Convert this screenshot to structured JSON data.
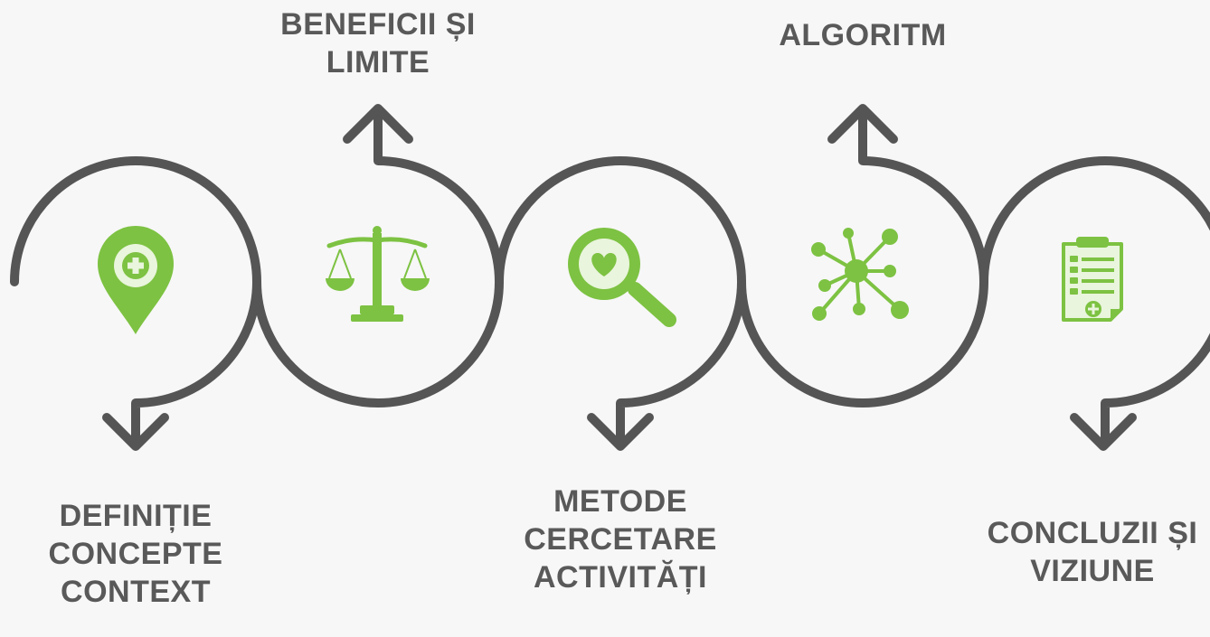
{
  "steps": [
    {
      "label": "DEFINIȚIE\nCONCEPTE\nCONTEXT",
      "icon": "location-pin-plus-icon"
    },
    {
      "label": "BENEFICII ȘI\nLIMITE",
      "icon": "balance-scale-icon"
    },
    {
      "label": "METODE\nCERCETARE\nACTIVITĂȚI",
      "icon": "magnifier-heart-icon"
    },
    {
      "label": "ALGORITM",
      "icon": "network-nodes-icon"
    },
    {
      "label": "CONCLUZII ȘI\nVIZIUNE",
      "icon": "clipboard-medical-icon"
    }
  ],
  "colors": {
    "line": "#555555",
    "icon_green": "#7dc242",
    "icon_light": "#e9f5dc",
    "text": "#595959",
    "background": "#f7f7f7"
  }
}
